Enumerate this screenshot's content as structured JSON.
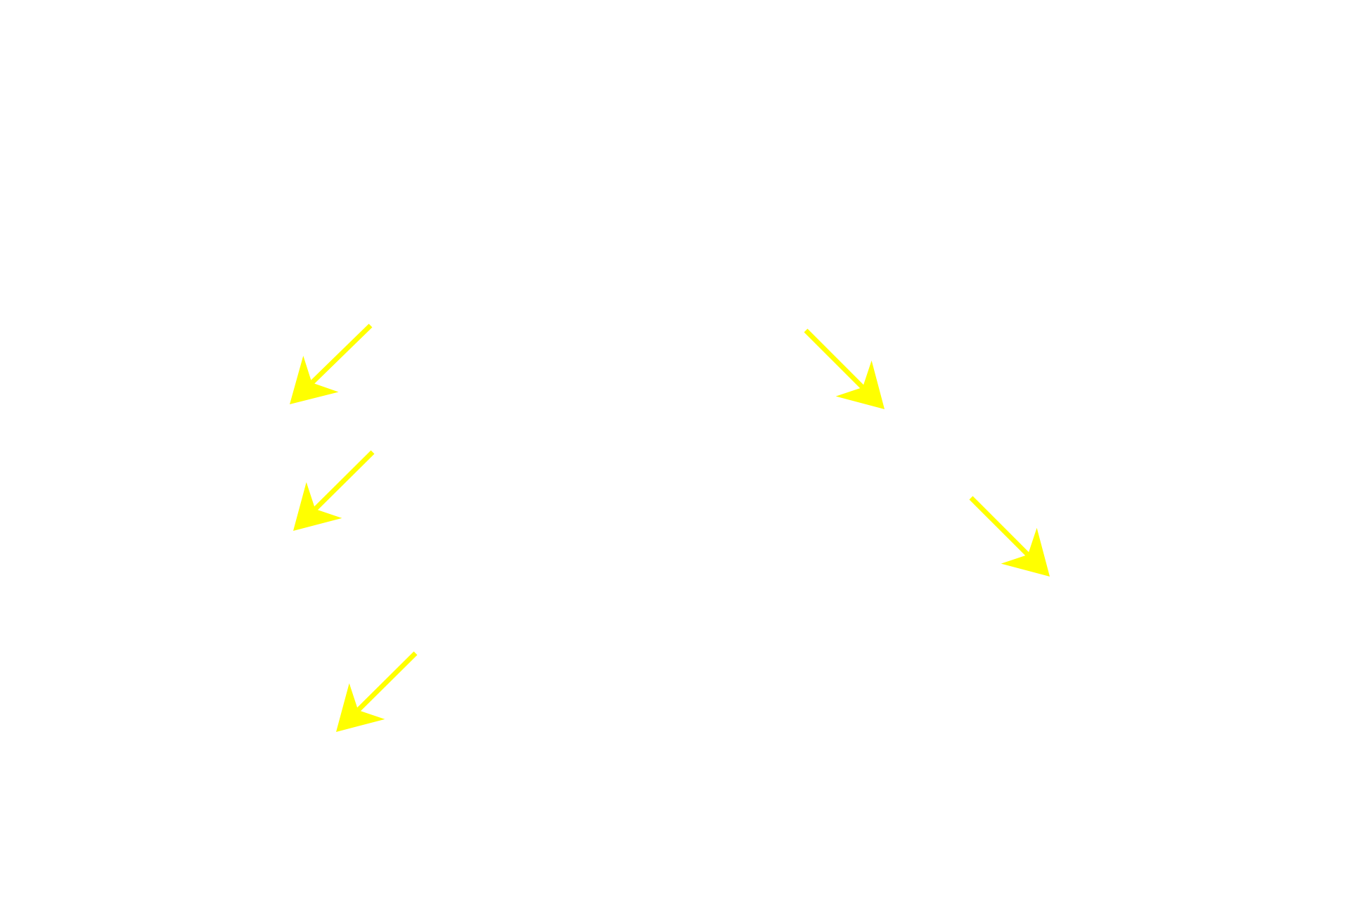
{
  "canvas": {
    "background_color": "#ffffff"
  },
  "annotations": {
    "arrow_color": "#ffff00",
    "arrows": [
      {
        "name": "arrow-down-left-1",
        "icon": "arrow-down-left-icon",
        "direction": "down-left"
      },
      {
        "name": "arrow-down-left-2",
        "icon": "arrow-down-left-icon",
        "direction": "down-left"
      },
      {
        "name": "arrow-down-left-3",
        "icon": "arrow-down-left-icon",
        "direction": "down-left"
      },
      {
        "name": "arrow-down-right-1",
        "icon": "arrow-down-right-icon",
        "direction": "down-right"
      },
      {
        "name": "arrow-down-right-2",
        "icon": "arrow-down-right-icon",
        "direction": "down-right"
      }
    ]
  }
}
